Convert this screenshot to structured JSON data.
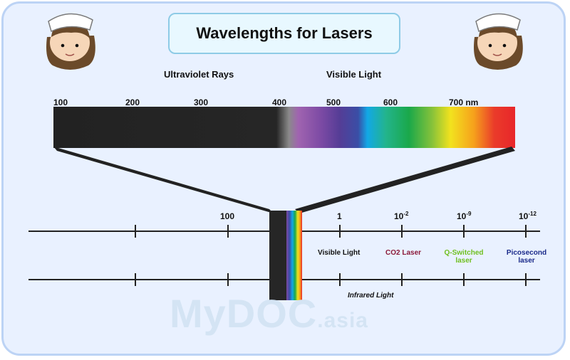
{
  "title": "Wavelengths for Lasers",
  "top_labels": {
    "uv": "Ultraviolet Rays",
    "visible": "Visible Light"
  },
  "spectrum_ticks": [
    "100",
    "200",
    "300",
    "400",
    "500",
    "600",
    "700 nm"
  ],
  "scale_ticks": {
    "t100": "100",
    "t1": "1",
    "t2_base": "10",
    "t2_exp": "-2",
    "t9_base": "10",
    "t9_exp": "-9",
    "t12_base": "10",
    "t12_exp": "-12"
  },
  "regions": {
    "visible_light": "Visible Light",
    "co2_laser": "CO2 Laser",
    "q_switched_l1": "Q-Switched",
    "q_switched_l2": "laser",
    "picosecond_l1": "Picosecond",
    "picosecond_l2": "laser",
    "infrared": "Infrared Light"
  },
  "watermark": {
    "main": "MyDOC",
    "suffix": ".asia"
  },
  "colors": {
    "co2": "#8b1a3a",
    "q_switched": "#6fbf1f",
    "picosecond": "#1a2a8a"
  }
}
